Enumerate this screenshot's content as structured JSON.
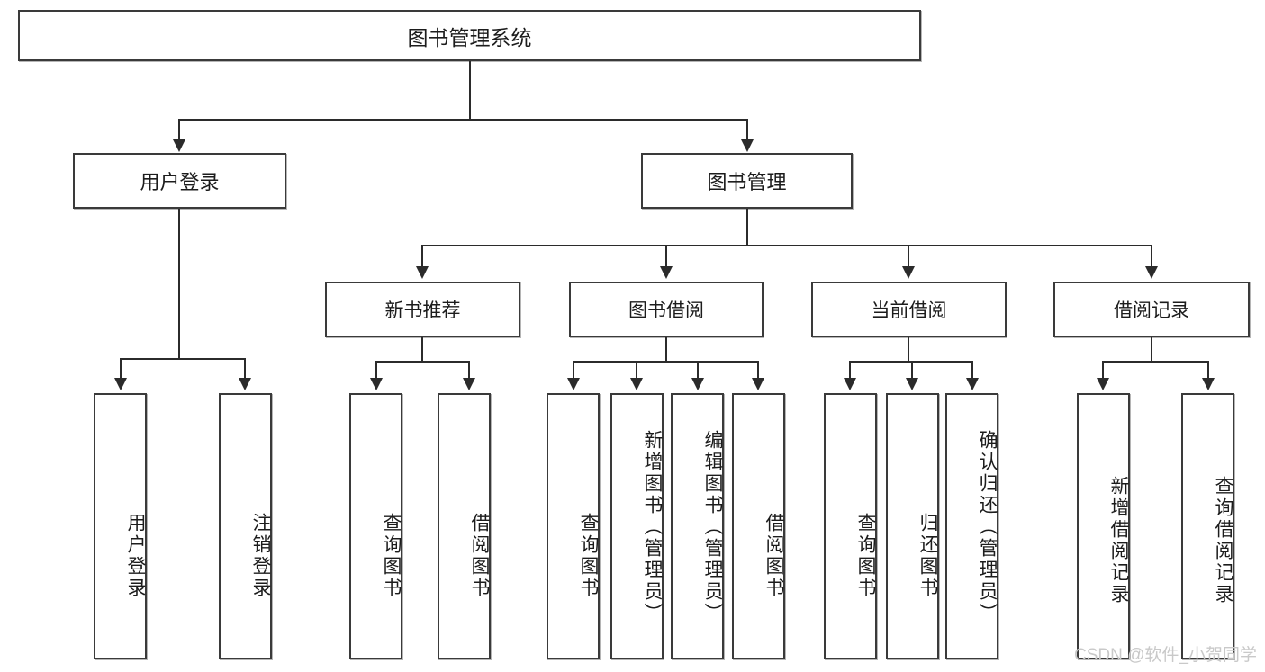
{
  "diagram": {
    "title": "图书管理系统",
    "type": "hierarchy-tree",
    "root": {
      "label": "图书管理系统"
    },
    "level2": [
      {
        "label": "用户登录"
      },
      {
        "label": "图书管理"
      }
    ],
    "level3": [
      {
        "label": "新书推荐"
      },
      {
        "label": "图书借阅"
      },
      {
        "label": "当前借阅"
      },
      {
        "label": "借阅记录"
      }
    ],
    "leaves": {
      "user_login": [
        {
          "label": "用户登录"
        },
        {
          "label": "注销登录"
        }
      ],
      "new_book_recommend": [
        {
          "label": "查询图书"
        },
        {
          "label": "借阅图书"
        }
      ],
      "book_borrow": [
        {
          "label": "查询图书"
        },
        {
          "label": "新增图书（管理员）"
        },
        {
          "label": "编辑图书（管理员）"
        },
        {
          "label": "借阅图书"
        }
      ],
      "current_borrow": [
        {
          "label": "查询图书"
        },
        {
          "label": "归还图书"
        },
        {
          "label": "确认归还（管理员）"
        }
      ],
      "borrow_record": [
        {
          "label": "新增借阅记录"
        },
        {
          "label": "查询借阅记录"
        }
      ]
    }
  },
  "watermark": {
    "text": "CSDN @软件_小贺同学"
  },
  "colors": {
    "border": "#3a3a3a",
    "line": "#2b2b2b",
    "background": "#ffffff",
    "watermark": "#c9c9c9"
  }
}
